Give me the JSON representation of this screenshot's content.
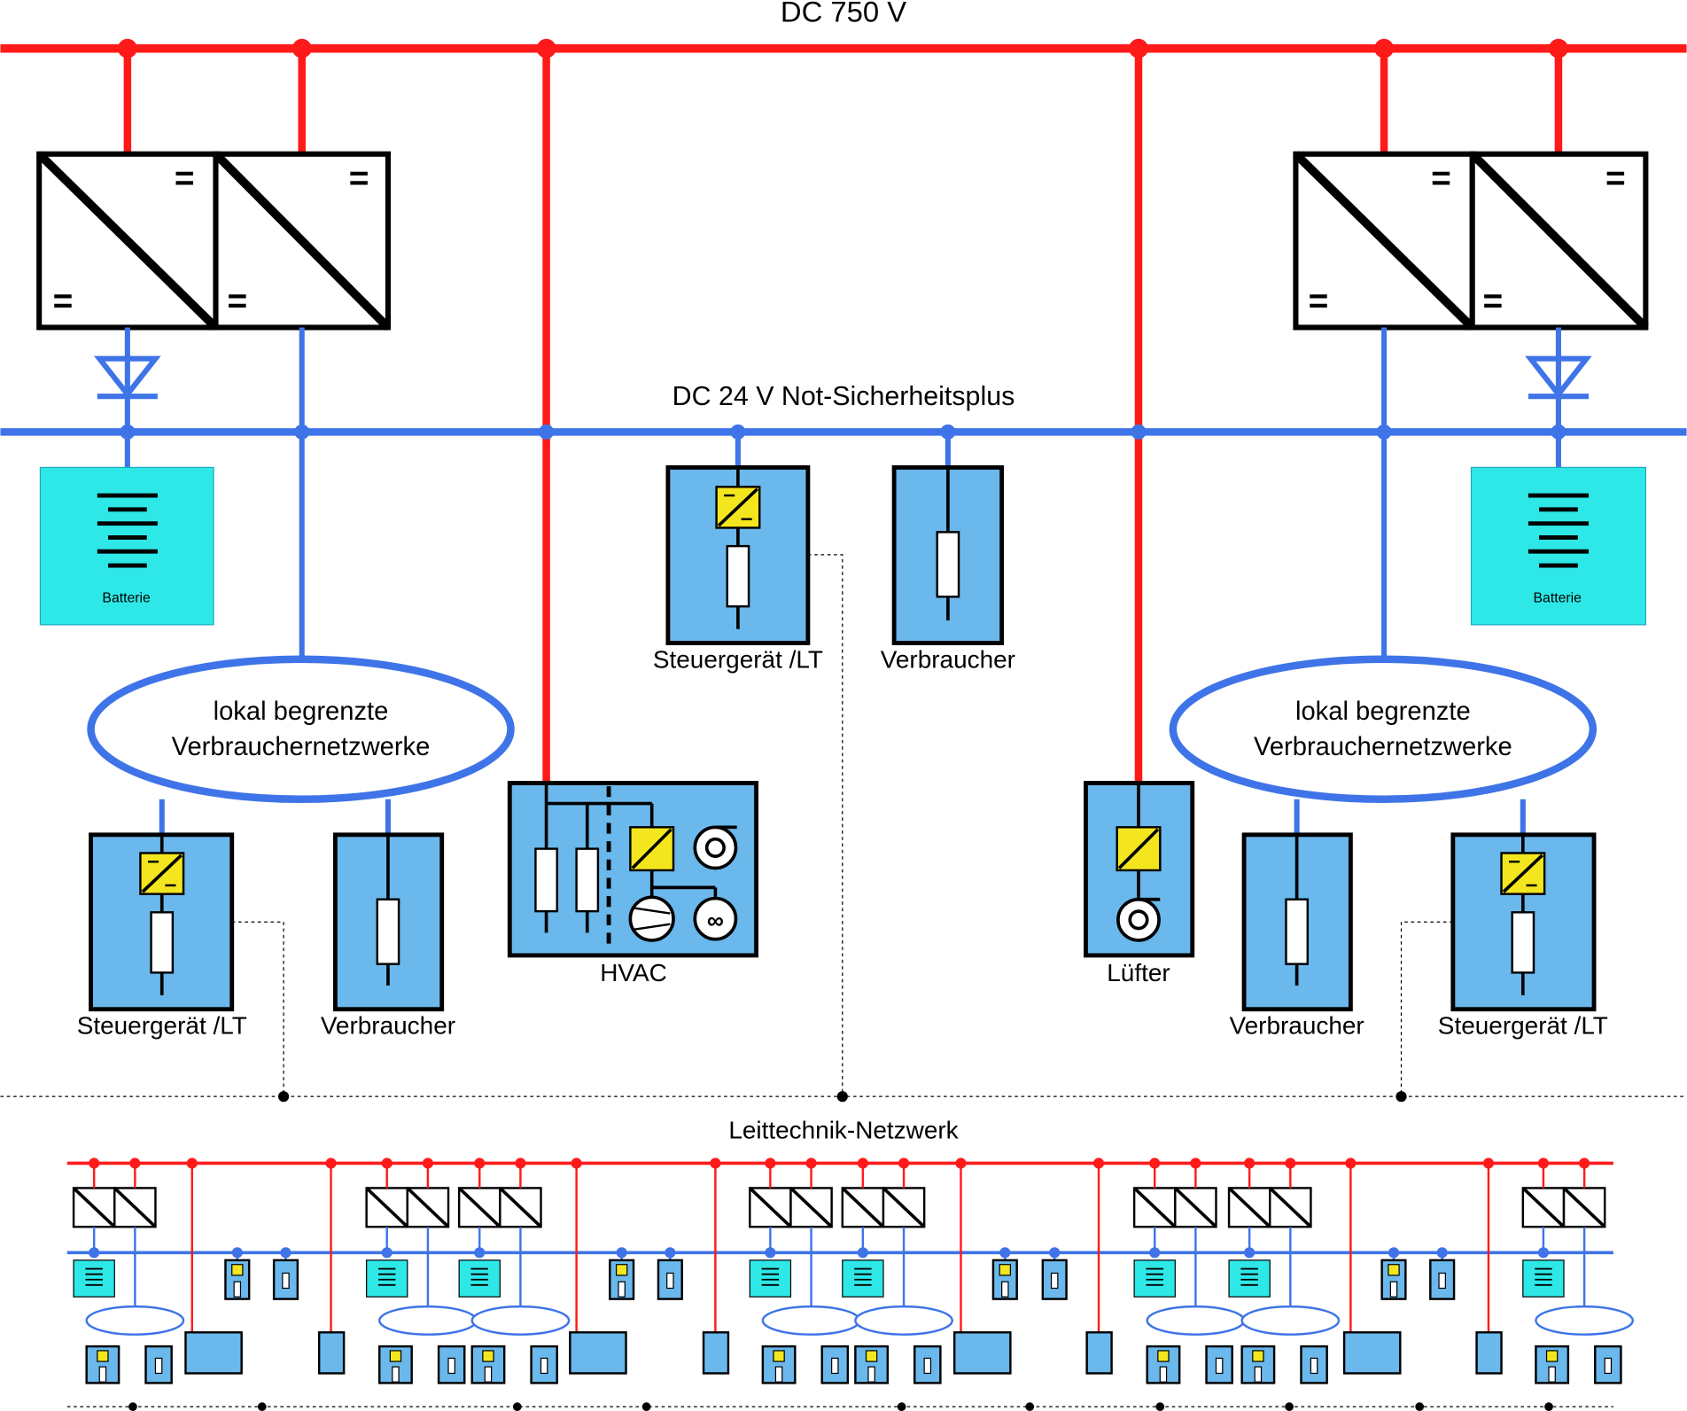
{
  "colors": {
    "dc750_bus": "#ff1a1a",
    "dc24_bus": "#3f74e8",
    "device_fill": "#6ab8ec",
    "battery_fill": "#2ee8e8",
    "converter_badge": "#f3e61f",
    "outline": "#000000"
  },
  "labels": {
    "dc750": "DC 750 V",
    "dc24": "DC 24 V Not-Sicherheitsplus",
    "network": "Leittechnik-Netzwerk",
    "battery": "Batterie",
    "local_network_line1": "lokal begrenzte",
    "local_network_line2": "Verbrauchernetzwerke",
    "controller": "Steuergerät /LT",
    "consumer": "Verbraucher",
    "hvac": "HVAC",
    "fan": "Lüfter",
    "converter_symbol": "="
  },
  "icons": [
    "dc-dc-converter-icon",
    "diode-icon",
    "battery-icon",
    "resistor-icon",
    "converter-badge-icon",
    "fan-icon",
    "compressor-icon",
    "pump-icon"
  ]
}
